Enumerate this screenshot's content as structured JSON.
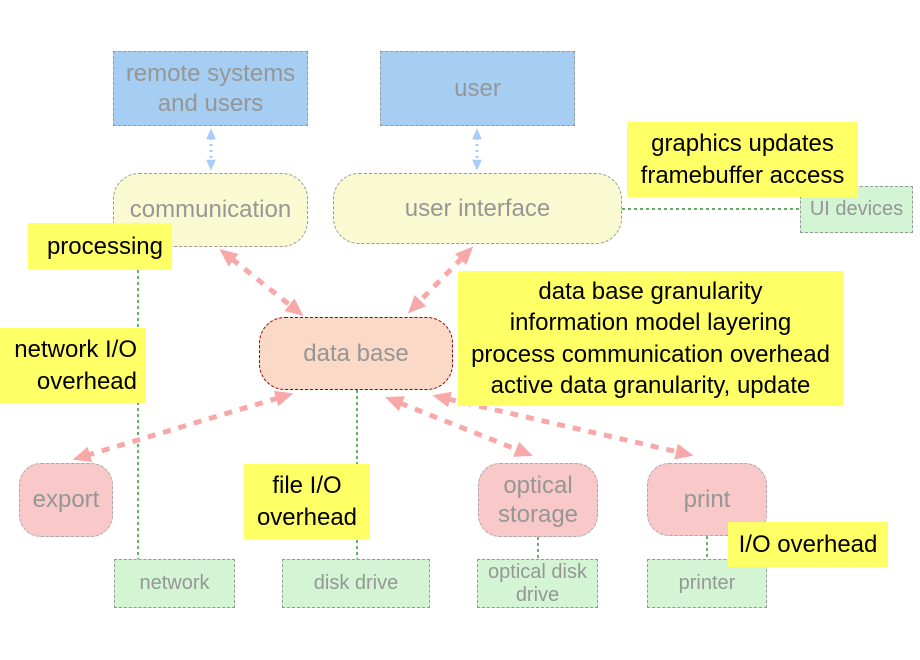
{
  "diagram": {
    "title": "system data-flow diagram",
    "nodes": {
      "remote_systems": "remote systems and users",
      "user": "user",
      "communication": "communication",
      "user_interface": "user interface",
      "data_base": "data base",
      "export": "export",
      "optical_storage": "optical storage",
      "print": "print"
    },
    "devices": {
      "ui_devices": "UI devices",
      "network": "network",
      "disk_drive": "disk drive",
      "optical_disk_drive": "optical disk drive",
      "printer": "printer"
    },
    "annotations": {
      "graphics": "graphics updates\nframebuffer access",
      "processing": "processing",
      "network_io": "network I/O\noverhead",
      "db_notes": "data base granularity\ninformation model layering\nprocess communication overhead\nactive data granularity, update",
      "file_io": "file I/O\noverhead",
      "io_overhead": "I/O overhead"
    },
    "colors": {
      "system_fill": "#a5cef2",
      "process_fill": "#fafad2",
      "database_fill": "#fad9c6",
      "database_border": "#990000",
      "output_fill": "#f9c9c9",
      "device_fill": "#d3f5d3",
      "note_fill": "#ffff66",
      "arrow_pink": "#f8a8a8",
      "arrow_blue": "#a9cdf8",
      "connector_green": "#008000",
      "box_border_gray": "#999999",
      "label_text_gray": "#969696"
    }
  }
}
